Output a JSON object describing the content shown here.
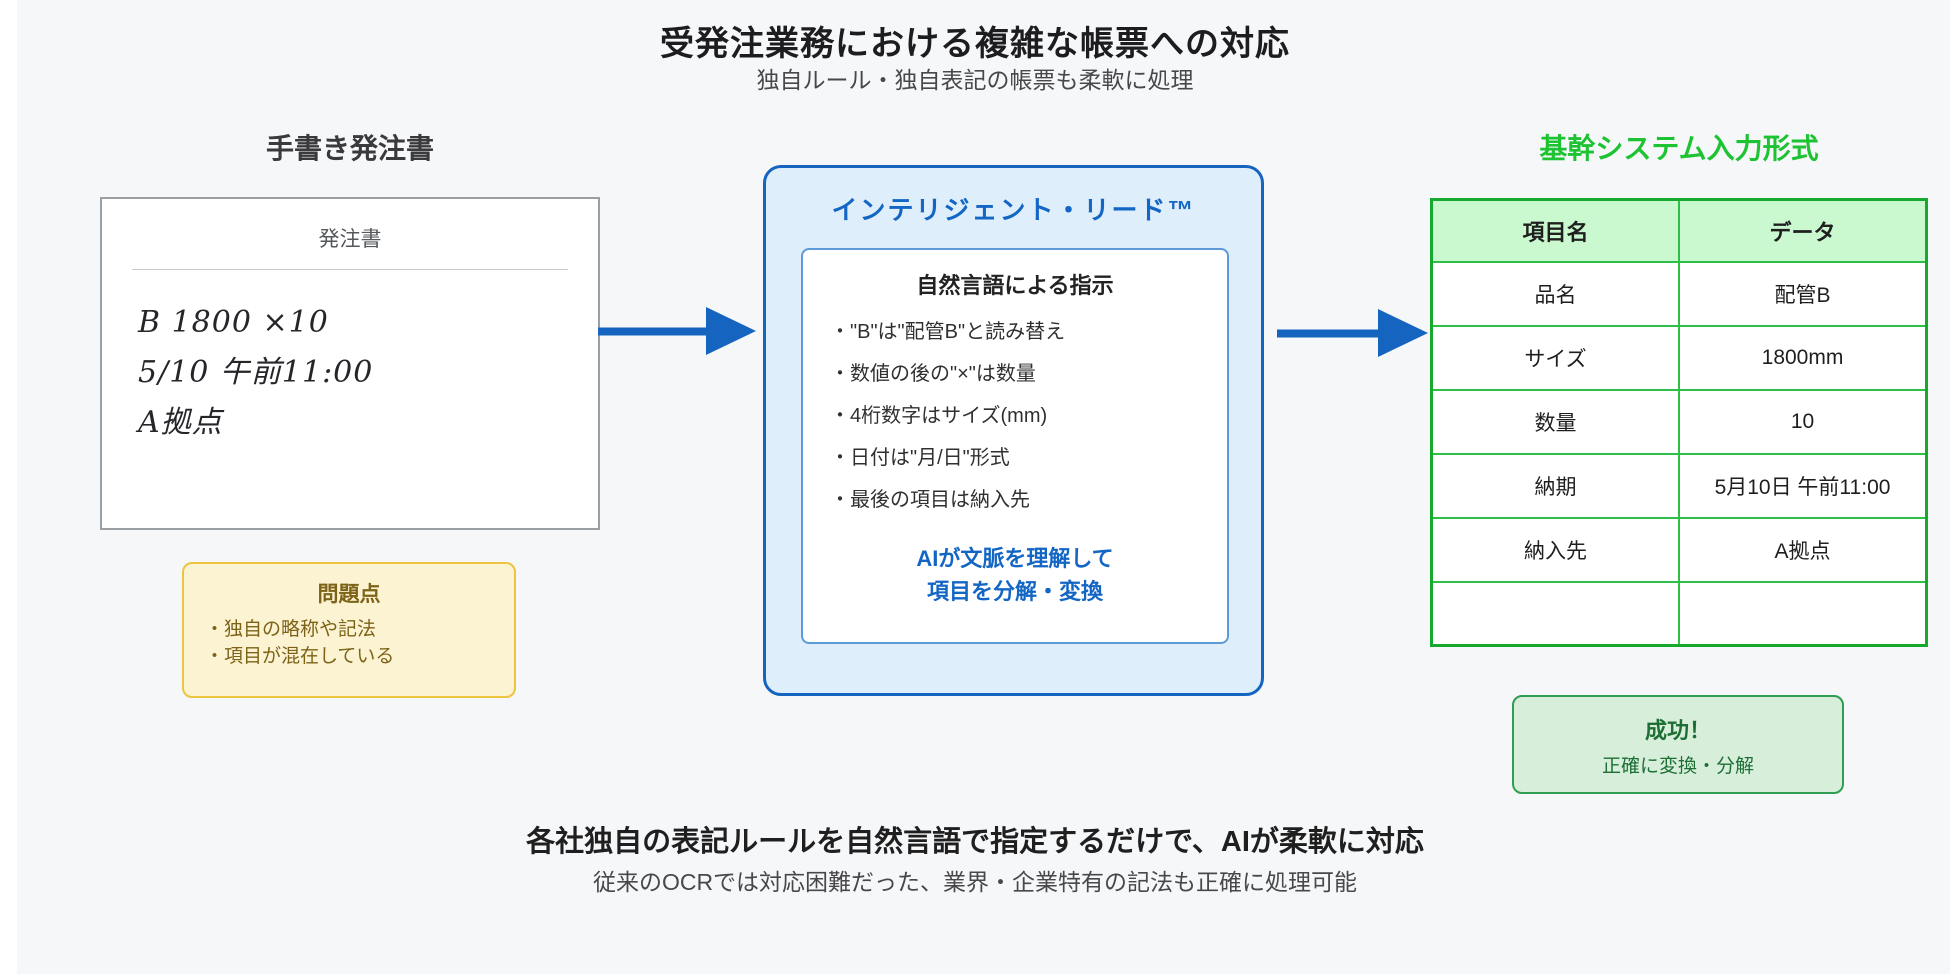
{
  "page": {
    "title": "受発注業務における複雑な帳票への対応",
    "subtitle": "独自ルール・独自表記の帳票も柔軟に処理"
  },
  "handwritten": {
    "heading": "手書き発注書",
    "doc_title": "発注書",
    "lines": [
      "B 1800 ×10",
      "5/10 午前11:00",
      "A拠点"
    ]
  },
  "problems": {
    "title": "問題点",
    "items": [
      "・独自の略称や記法",
      "・項目が混在している"
    ]
  },
  "engine": {
    "title": "インテリジェント・リード™",
    "panel_title": "自然言語による指示",
    "rules": [
      "・\"B\"は\"配管B\"と読み替え",
      "・数値の後の\"×\"は数量",
      "・4桁数字はサイズ(mm)",
      "・日付は\"月/日\"形式",
      "・最後の項目は納入先"
    ],
    "result_line1": "AIが文脈を理解して",
    "result_line2": "項目を分解・変換"
  },
  "output": {
    "heading": "基幹システム入力形式",
    "table": {
      "headers": [
        "項目名",
        "データ"
      ],
      "rows": [
        [
          "品名",
          "配管B"
        ],
        [
          "サイズ",
          "1800mm"
        ],
        [
          "数量",
          "10"
        ],
        [
          "納期",
          "5月10日 午前11:00"
        ],
        [
          "納入先",
          "A拠点"
        ],
        [
          "",
          ""
        ]
      ]
    },
    "success": {
      "title": "成功！",
      "subtitle": "正確に変換・分解"
    }
  },
  "footer": {
    "bold": "各社独自の表記ルールを自然言語で指定するだけで、AIが柔軟に対応",
    "normal": "従来のOCRでは対応困難だった、業界・企業特有の記法も正確に処理可能"
  },
  "icons": {
    "flow_arrow_left": "arrow-right",
    "flow_arrow_right": "arrow-right"
  },
  "colors": {
    "page_bg": "#f6f7f9",
    "accent_blue": "#1565c0",
    "blue_panel_bg": "#dfeefb",
    "accent_green": "#1dc332",
    "table_border_green": "#2fbe46",
    "table_header_bg": "#cbf9cf",
    "success_bg": "#d7eedb",
    "success_border": "#2f9e50",
    "success_text": "#1d6f34",
    "warning_bg": "#fcf3d2",
    "warning_border": "#edc43f",
    "warning_text": "#7c6318",
    "handwriting_box_border": "#9a9fa4"
  }
}
